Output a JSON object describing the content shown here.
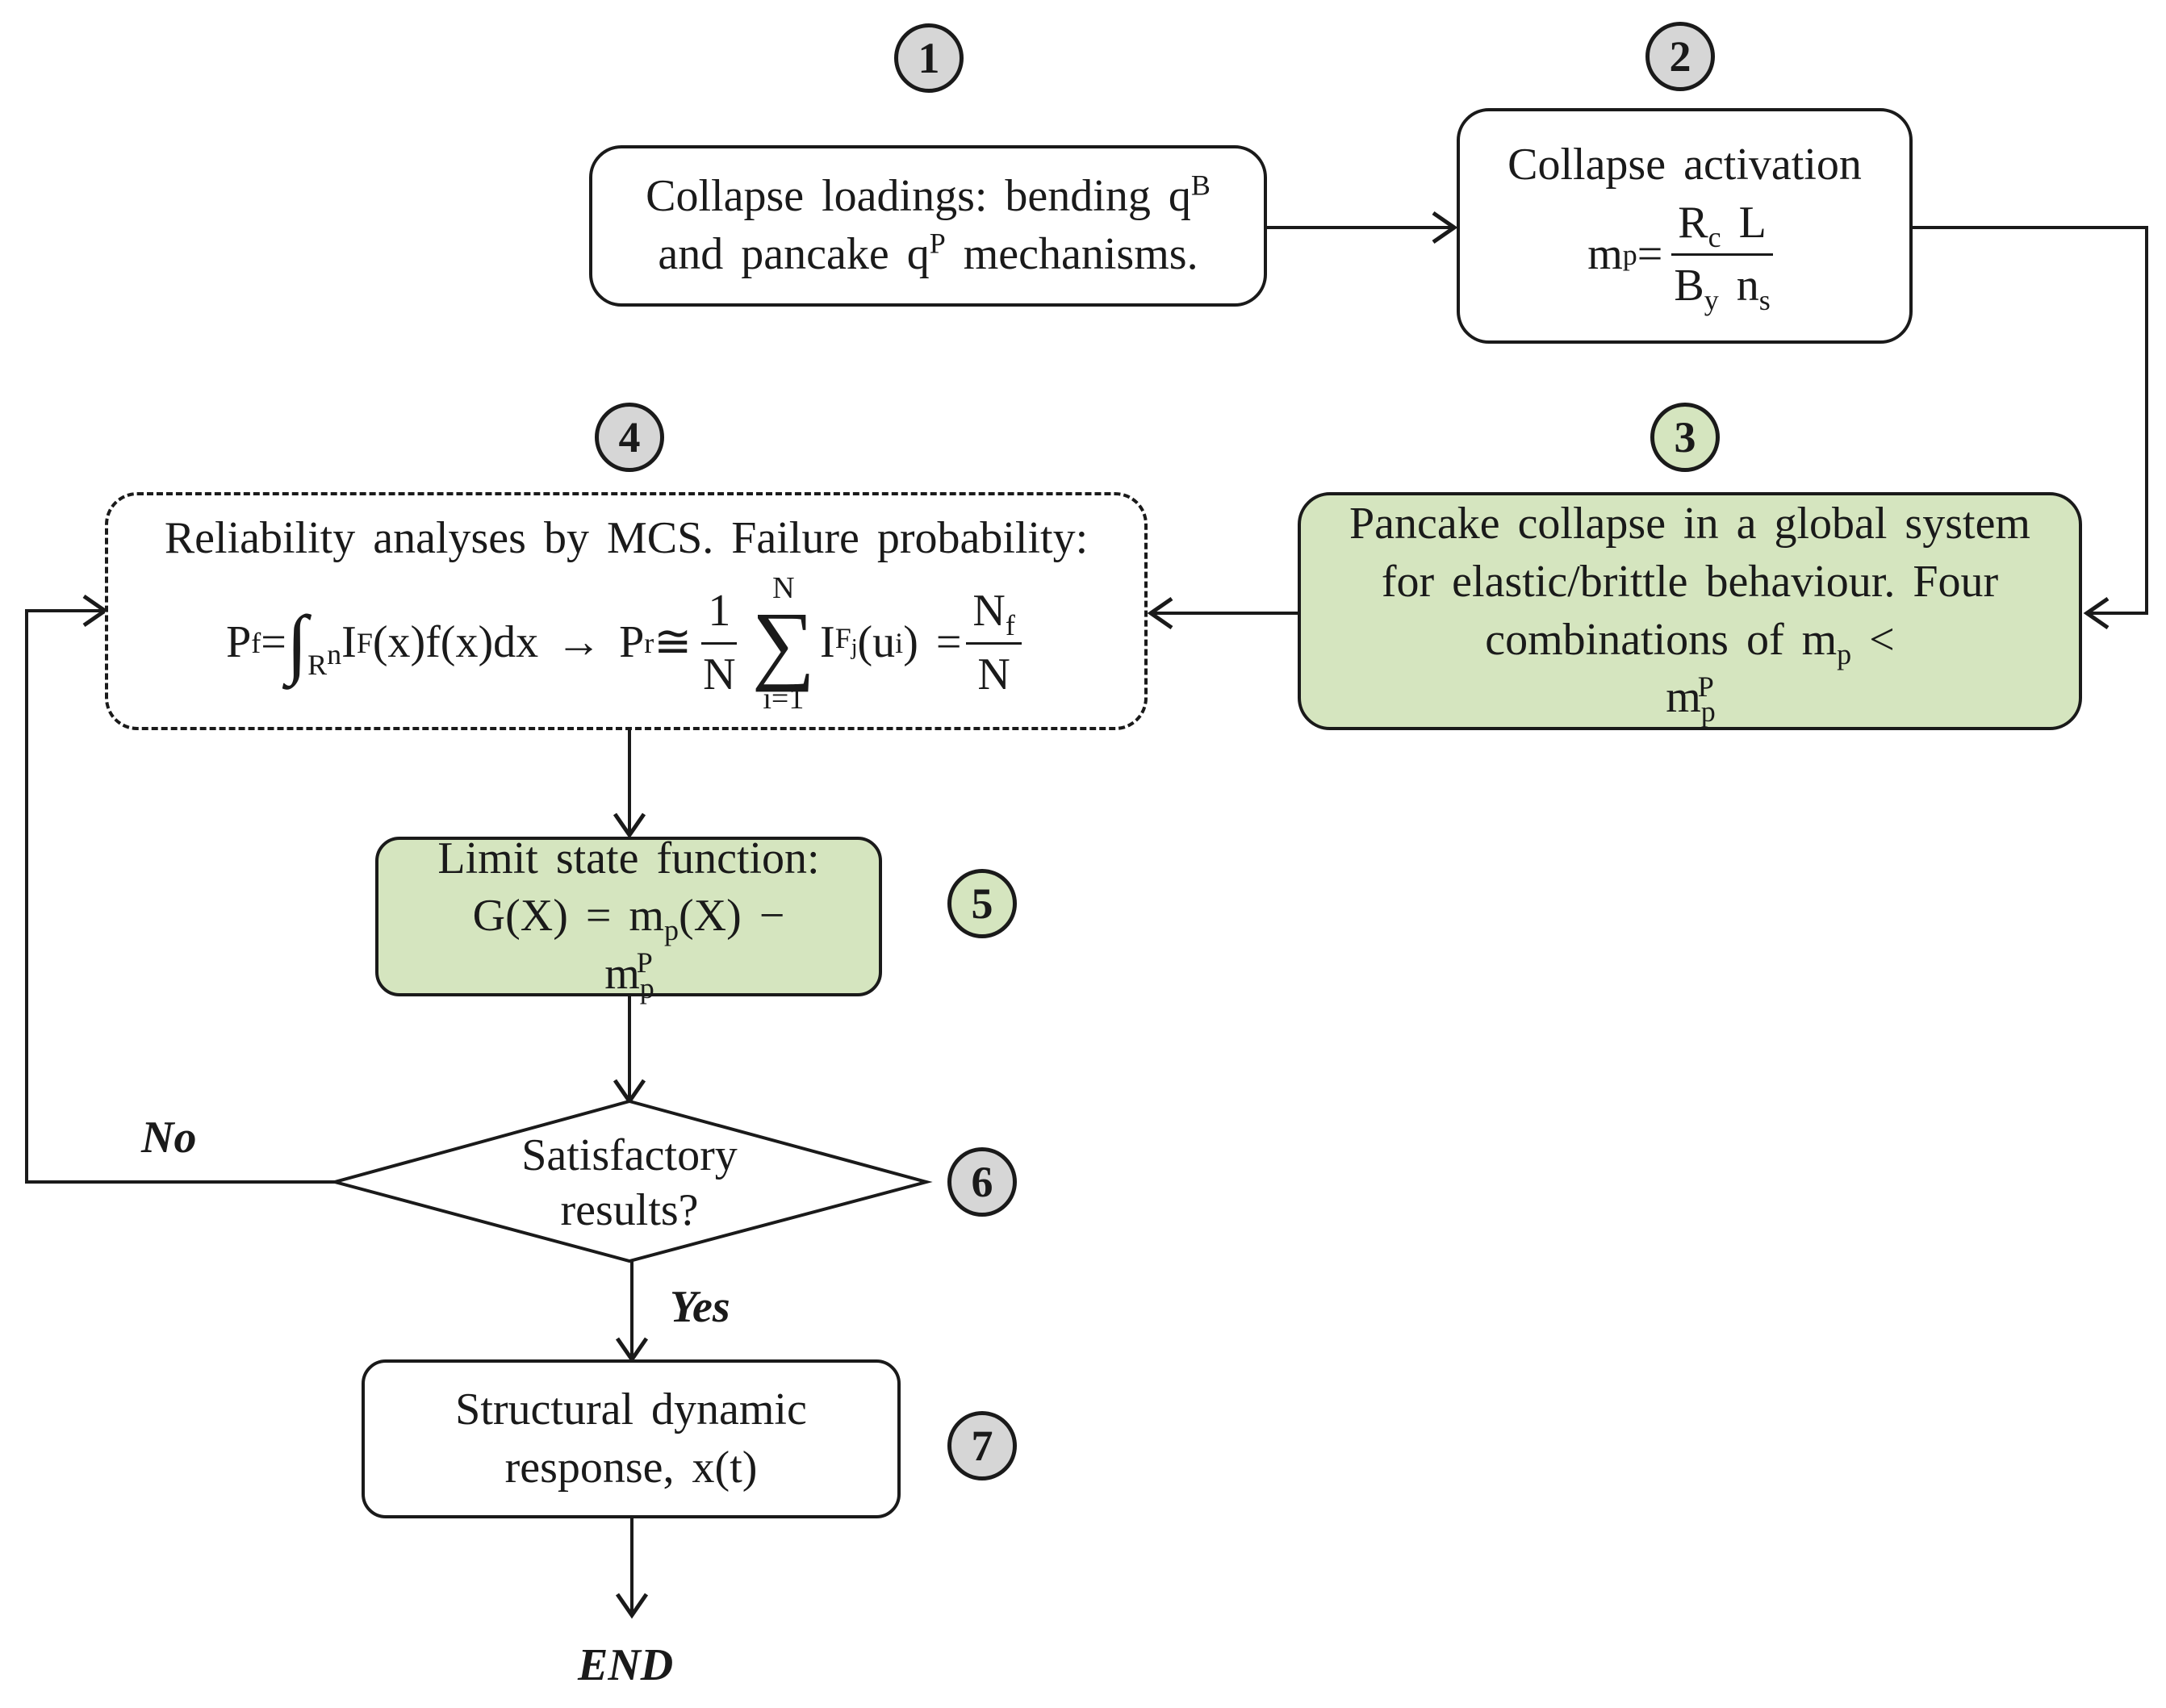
{
  "badges": {
    "b1": "1",
    "b2": "2",
    "b3": "3",
    "b4": "4",
    "b5": "5",
    "b6": "6",
    "b7": "7"
  },
  "step1": {
    "line1": "Collapse loadings: bending q",
    "sup1": "B",
    "line2a": "and pancake q",
    "sup2": "P",
    "line2b": " mechanisms."
  },
  "step2": {
    "title": "Collapse activation",
    "lhs": "m",
    "lhs_sub": "p",
    "eq": " = ",
    "num": "R",
    "num_sub": "c",
    "num_tail": " L",
    "den": "B",
    "den_sub": "y",
    "den_tail": " n",
    "den_tail_sub": "s"
  },
  "step3": {
    "line1": "Pancake collapse in a global system",
    "line2": "for elastic/brittle behaviour. Four",
    "line3": "combinations of m",
    "sub1": "p",
    "op": " < m",
    "sub2": "p",
    "sup2": "P"
  },
  "step4": {
    "title": "Reliability analyses by MCS. Failure probability:",
    "pf": "P",
    "pf_sub": "f",
    "eq1": " = ",
    "int": "∫",
    "int_sub": "R",
    "int_sub_sup": "n",
    "integrand": " I",
    "integrand_sub": "F",
    "integrand_tail": "(x)f(x)dx → P",
    "pr_sub": "r",
    "approx": " ≅ ",
    "frac1_num": "1",
    "frac1_den": "N",
    "sum": "∑",
    "sum_top": "N",
    "sum_bottom": "i=1",
    "ind": "I",
    "ind_sub": "F",
    "ind_sub_sub": "j",
    "ind_tail": "(u",
    "ind_tail_sub": "i",
    "ind_close": ") = ",
    "frac2_num": "N",
    "frac2_num_sub": "f",
    "frac2_den": "N"
  },
  "step5": {
    "line1": "Limit state function:",
    "line2a": "G(X) = m",
    "sub1": "p",
    "line2b": "(X) − m",
    "sub2": "p",
    "sup2": "P"
  },
  "step6": {
    "line1": "Satisfactory",
    "line2": "results?"
  },
  "step7": {
    "line1": "Structural dynamic",
    "line2": "response, x(t)"
  },
  "labels": {
    "no": "No",
    "yes": "Yes",
    "end": "END"
  },
  "colors": {
    "green_fill": "#d5e5bf",
    "grey_badge": "#d6d6d6",
    "stroke": "#1a1a1a"
  }
}
